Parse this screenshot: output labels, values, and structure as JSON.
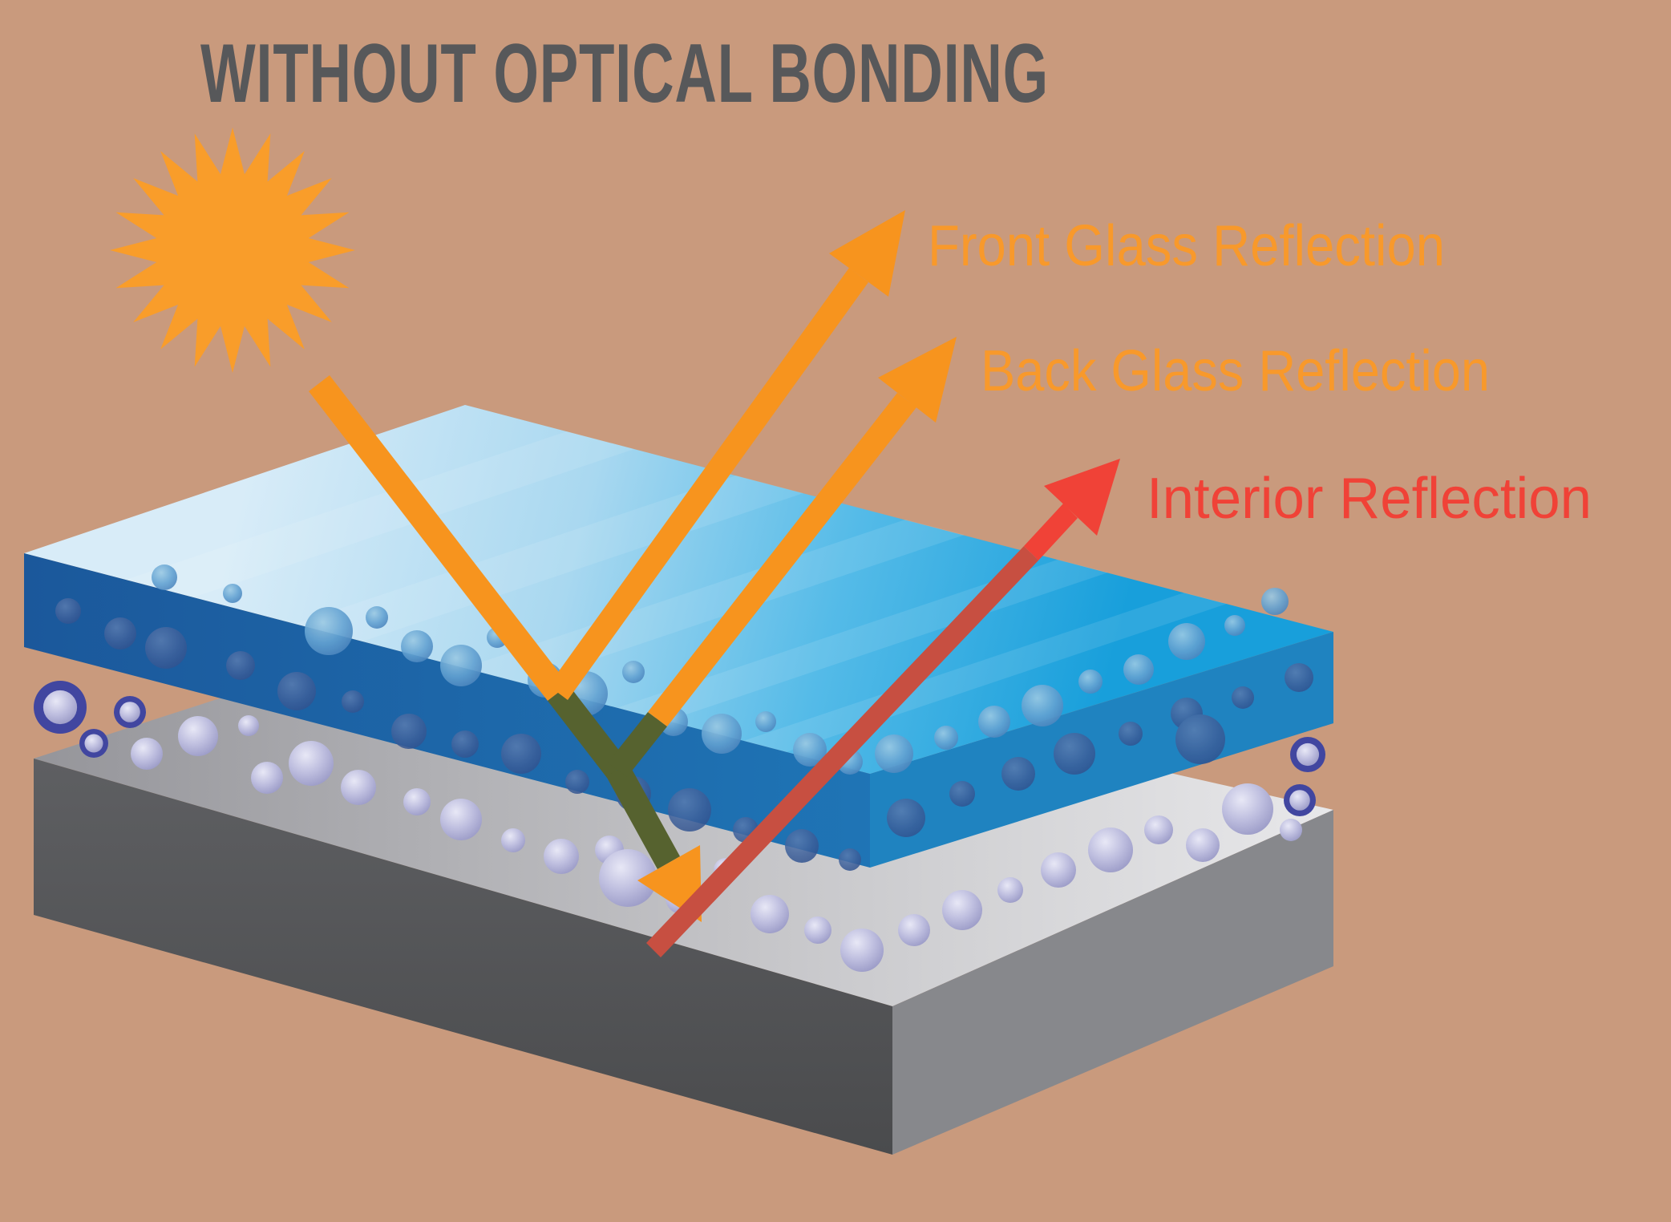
{
  "title": {
    "text": "WITHOUT OPTICAL BONDING",
    "color": "#57585A"
  },
  "diagram": {
    "sun": {
      "icon": "sun-icon",
      "color": "#F99D2A"
    },
    "arrows": {
      "front": {
        "label": "Front Glass Reflection",
        "color": "#F7941E",
        "label_color": "#F8992B"
      },
      "back": {
        "label": "Back Glass Reflection",
        "color": "#F7941E",
        "label_color": "#F8992B"
      },
      "interior": {
        "label": "Interior Reflection",
        "color": "#F04237",
        "label_color": "#F04237"
      },
      "incident": {
        "color": "#F7941E",
        "in_glass_color": "#56622F",
        "in_glass_red": "#C74F41"
      }
    },
    "layers": {
      "glass_panel": {
        "name": "cover-glass",
        "top": "#D8ECF8",
        "front_edge": "#1B589B",
        "right_edge": "#1F83C0"
      },
      "air_gap": {
        "name": "air-gap-with-bubbles",
        "bubble": "#BEBEDF",
        "bubble_ring": "#4146A0"
      },
      "display_panel": {
        "name": "display",
        "top": "#C9C9CC",
        "front": "#55565A",
        "right": "#87888C"
      }
    }
  },
  "colors": {
    "background": "#C99A7D",
    "orange": "#F7941E",
    "orange_text": "#F8992B",
    "red": "#F04237",
    "olive_in_glass": "#56622F",
    "red_in_glass": "#C74F41",
    "title": "#57585A",
    "sun": "#F99D2A"
  }
}
